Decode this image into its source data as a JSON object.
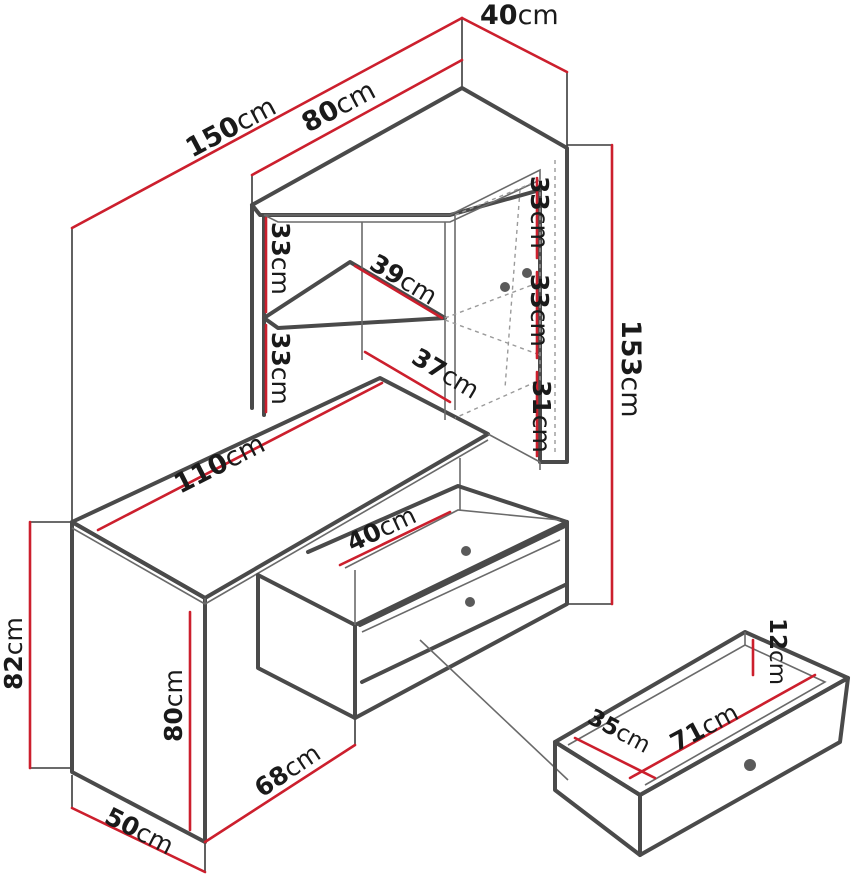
{
  "colors": {
    "outline": "#4a4a4a",
    "dimension_line": "#cc1f2d",
    "extension_line": "#3a3a3a",
    "text": "#1a1a1a"
  },
  "dimensions": {
    "d150": {
      "num": "150",
      "unit": "cm"
    },
    "d40top": {
      "num": "40",
      "unit": "cm"
    },
    "d80top": {
      "num": "80",
      "unit": "cm"
    },
    "d153": {
      "num": "153",
      "unit": "cm"
    },
    "d33a": {
      "num": "33",
      "unit": "cm"
    },
    "d33b": {
      "num": "33",
      "unit": "cm"
    },
    "d33c": {
      "num": "33",
      "unit": "cm"
    },
    "d33d": {
      "num": "33",
      "unit": "cm"
    },
    "d39": {
      "num": "39",
      "unit": "cm"
    },
    "d37": {
      "num": "37",
      "unit": "cm"
    },
    "d31": {
      "num": "31",
      "unit": "cm"
    },
    "d110": {
      "num": "110",
      "unit": "cm"
    },
    "d40mid": {
      "num": "40",
      "unit": "cm"
    },
    "d82": {
      "num": "82",
      "unit": "cm"
    },
    "d80": {
      "num": "80",
      "unit": "cm"
    },
    "d68": {
      "num": "68",
      "unit": "cm"
    },
    "d50": {
      "num": "50",
      "unit": "cm"
    },
    "d12": {
      "num": "12",
      "unit": "cm"
    },
    "d35": {
      "num": "35",
      "unit": "cm"
    },
    "d71": {
      "num": "71",
      "unit": "cm"
    }
  }
}
